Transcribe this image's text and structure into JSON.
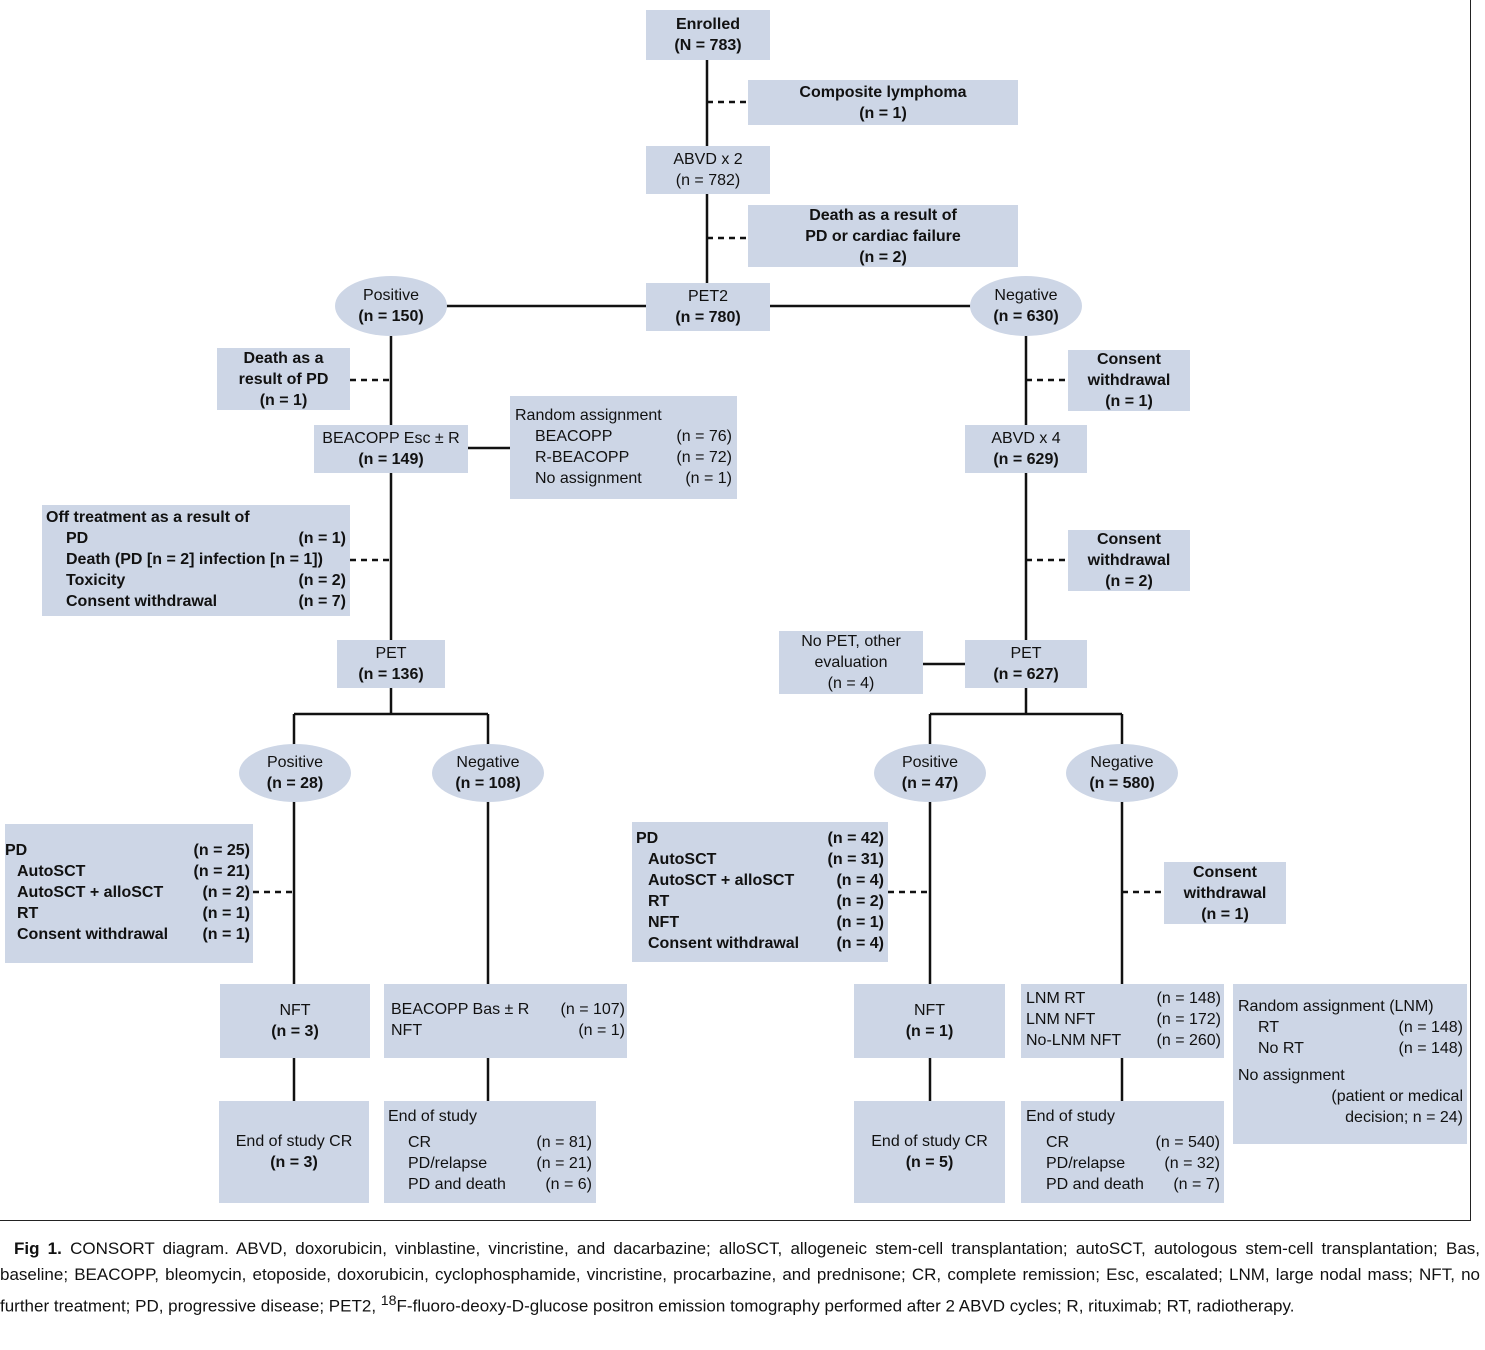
{
  "enrolled": {
    "label": "Enrolled",
    "n": "(N = 783)"
  },
  "composite": {
    "label": "Composite lymphoma",
    "n": "(n = 1)"
  },
  "abvd2": {
    "label": "ABVD x 2",
    "n": "(n = 782)"
  },
  "death_pd_cardiac": {
    "line1": "Death as a result of",
    "line2": "PD or cardiac failure",
    "n": "(n = 2)"
  },
  "pet2": {
    "label": "PET2",
    "n": "(n = 780)"
  },
  "pet2_positive": {
    "label": "Positive",
    "n": "(n = 150)"
  },
  "pet2_negative": {
    "label": "Negative",
    "n": "(n = 630)"
  },
  "death_pd": {
    "line1": "Death as a",
    "line2": "result of PD",
    "n": "(n = 1)"
  },
  "consent_withdrawal_1": {
    "line1": "Consent",
    "line2": "withdrawal",
    "n": "(n = 1)"
  },
  "beacopp_esc": {
    "label": "BEACOPP Esc ± R",
    "n": "(n = 149)"
  },
  "random_assignment_beacopp": {
    "title": "Random assignment",
    "rows": [
      {
        "label": "BEACOPP",
        "n": "(n = 76)"
      },
      {
        "label": "R-BEACOPP",
        "n": "(n = 72)"
      },
      {
        "label": "No assignment",
        "n": "(n = 1)"
      }
    ]
  },
  "abvd4": {
    "label": "ABVD x 4",
    "n": "(n = 629)"
  },
  "off_treatment": {
    "title": "Off treatment as a result of",
    "rows": [
      {
        "label": "PD",
        "n": "(n = 1)"
      },
      {
        "label": "Death (PD [n = 2] infection [n = 1])",
        "n": ""
      },
      {
        "label": "Toxicity",
        "n": "(n = 2)"
      },
      {
        "label": "Consent withdrawal",
        "n": "(n = 7)"
      }
    ]
  },
  "consent_withdrawal_2": {
    "line1": "Consent",
    "line2": "withdrawal",
    "n": "(n = 2)"
  },
  "pet_left": {
    "label": "PET",
    "n": "(n = 136)"
  },
  "no_pet": {
    "line1": "No PET, other",
    "line2": "evaluation",
    "n": "(n = 4)"
  },
  "pet_right": {
    "label": "PET",
    "n": "(n = 627)"
  },
  "pet_left_positive": {
    "label": "Positive",
    "n": "(n = 28)"
  },
  "pet_left_negative": {
    "label": "Negative",
    "n": "(n = 108)"
  },
  "pet_right_positive": {
    "label": "Positive",
    "n": "(n = 47)"
  },
  "pet_right_negative": {
    "label": "Negative",
    "n": "(n = 580)"
  },
  "pd_left": {
    "rows": [
      {
        "label": "PD",
        "n": "(n = 25)"
      },
      {
        "label": "AutoSCT",
        "n": "(n = 21)"
      },
      {
        "label": "AutoSCT + alloSCT",
        "n": "(n = 2)"
      },
      {
        "label": "RT",
        "n": "(n = 1)"
      },
      {
        "label": "Consent withdrawal",
        "n": "(n = 1)"
      }
    ]
  },
  "pd_right": {
    "rows": [
      {
        "label": "PD",
        "n": "(n = 42)"
      },
      {
        "label": "AutoSCT",
        "n": "(n = 31)"
      },
      {
        "label": "AutoSCT + alloSCT",
        "n": "(n = 4)"
      },
      {
        "label": "RT",
        "n": "(n = 2)"
      },
      {
        "label": "NFT",
        "n": "(n = 1)"
      },
      {
        "label": "Consent withdrawal",
        "n": "(n = 4)"
      }
    ]
  },
  "consent_withdrawal_3": {
    "line1": "Consent",
    "line2": "withdrawal",
    "n": "(n = 1)"
  },
  "nft_left": {
    "label": "NFT",
    "n": "(n = 3)"
  },
  "beacopp_bas": {
    "rows": [
      {
        "label": "BEACOPP Bas ± R",
        "n": "(n = 107)"
      },
      {
        "label": "NFT",
        "n": "(n = 1)"
      }
    ]
  },
  "nft_right": {
    "label": "NFT",
    "n": "(n = 1)"
  },
  "lnm": {
    "rows": [
      {
        "label": "LNM RT",
        "n": "(n = 148)"
      },
      {
        "label": "LNM NFT",
        "n": "(n = 172)"
      },
      {
        "label": "No-LNM NFT",
        "n": "(n = 260)"
      }
    ]
  },
  "random_assignment_lnm": {
    "title": "Random assignment (LNM)",
    "rows": [
      {
        "label": "RT",
        "n": "(n = 148)"
      },
      {
        "label": "No RT",
        "n": "(n = 148)"
      }
    ],
    "no_assignment": "No assignment",
    "note_line1": "(patient or medical",
    "note_line2": "decision; n = 24)"
  },
  "end_cr_left": {
    "label": "End of study CR",
    "n": "(n = 3)"
  },
  "end_study_left": {
    "title": "End of study",
    "rows": [
      {
        "label": "CR",
        "n": "(n = 81)"
      },
      {
        "label": "PD/relapse",
        "n": "(n = 21)"
      },
      {
        "label": "PD and death",
        "n": "(n = 6)"
      }
    ]
  },
  "end_cr_right": {
    "label": "End of study CR",
    "n": "(n = 5)"
  },
  "end_study_right": {
    "title": "End of study",
    "rows": [
      {
        "label": "CR",
        "n": "(n = 540)"
      },
      {
        "label": "PD/relapse",
        "n": "(n = 32)"
      },
      {
        "label": "PD and death",
        "n": "(n = 7)"
      }
    ]
  },
  "caption": {
    "fig": "Fig 1.",
    "before_sup": "CONSORT diagram. ABVD, doxorubicin, vinblastine, vincristine, and dacarbazine; alloSCT, allogeneic stem-cell transplantation; autoSCT, autologous stem-cell transplantation; Bas, baseline; BEACOPP, bleomycin, etoposide, doxorubicin, cyclophosphamide, vincristine, procarbazine, and prednisone; CR, complete remission; Esc, escalated; LNM, large nodal mass; NFT, no further treatment; PD, progressive disease; PET2,",
    "sup": "18",
    "after_sup": "F-fluoro-deoxy-D-glucose positron emission tomography performed after 2 ABVD cycles; R, rituximab; RT, radiotherapy."
  }
}
